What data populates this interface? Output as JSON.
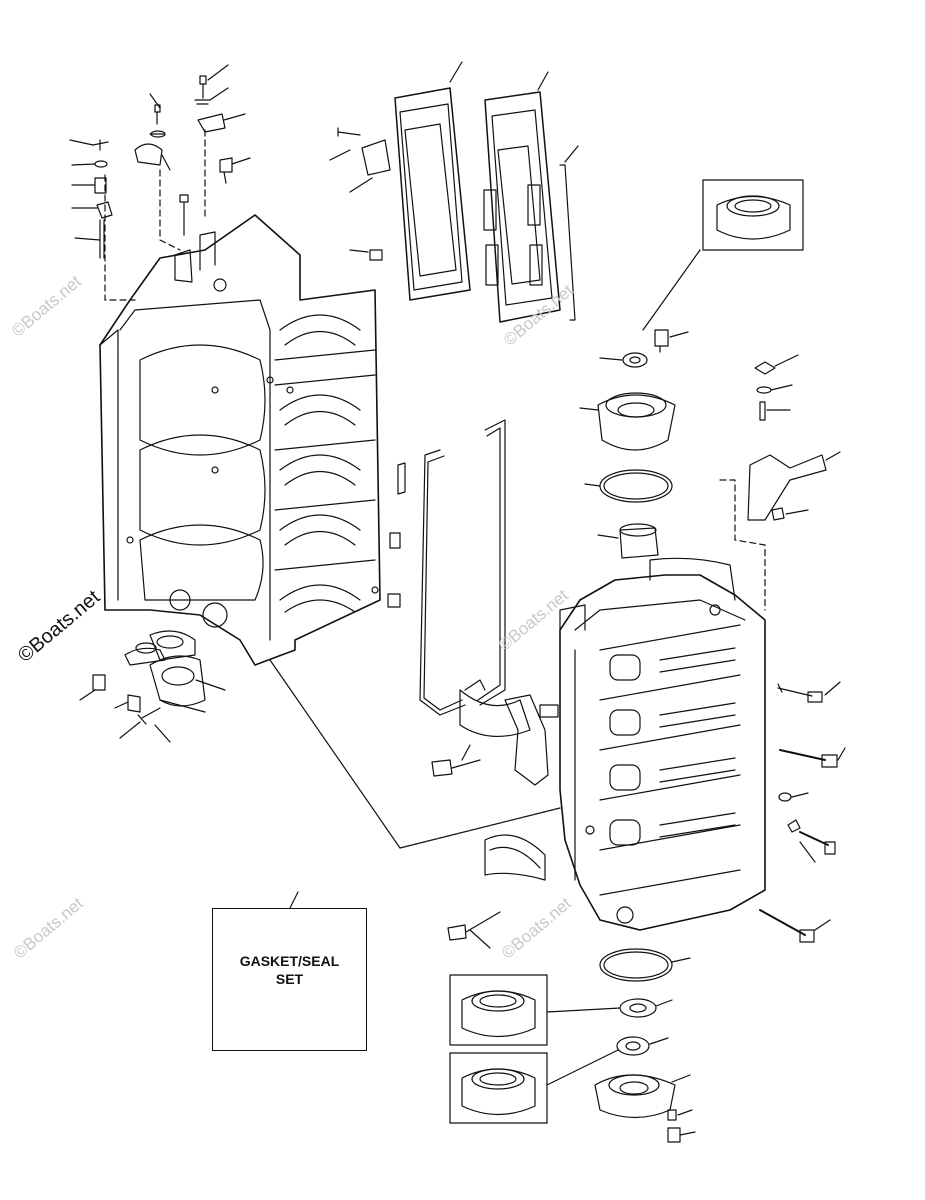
{
  "kit_box": {
    "line1": "GASKET/SEAL",
    "line2": "SET"
  },
  "watermarks": {
    "text": "©Boats.net",
    "side": "©Boats.net"
  },
  "colors": {
    "ink": "#111111",
    "watermark": "#c8c8c8",
    "background": "#ffffff"
  }
}
